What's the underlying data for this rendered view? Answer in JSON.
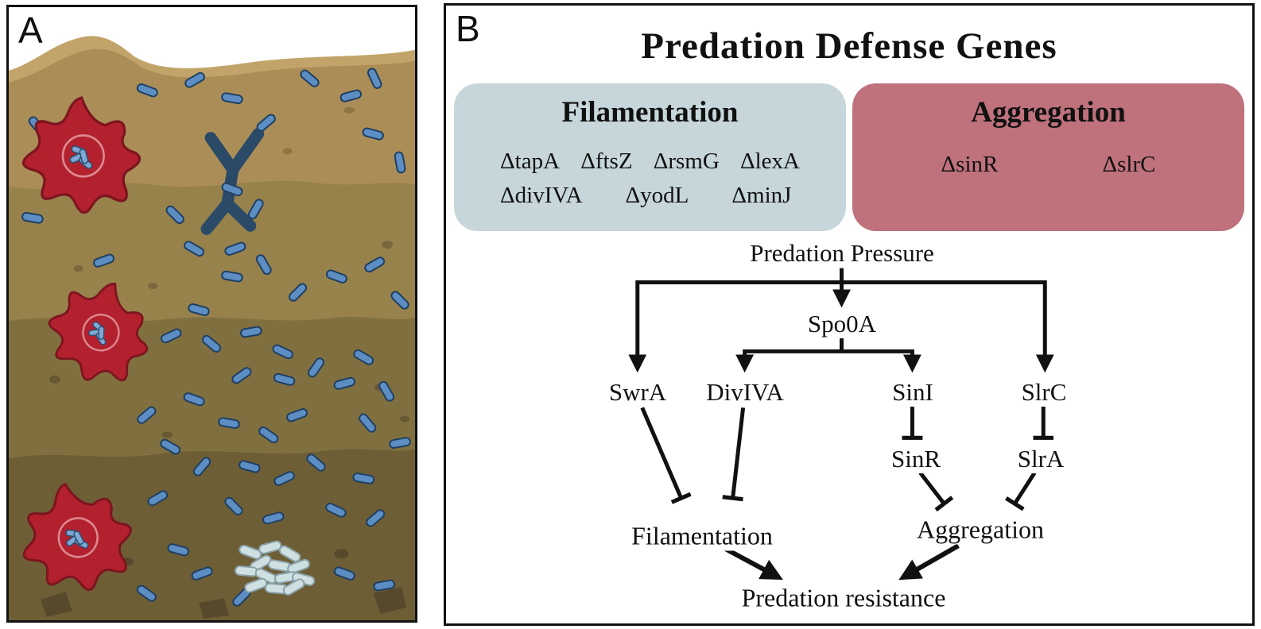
{
  "figure": {
    "panel_a": {
      "label": "A"
    },
    "panel_b": {
      "label": "B",
      "title": "Predation Defense Genes",
      "filamentation_box": {
        "title": "Filamentation",
        "genes_row1": [
          "ΔtapA",
          "ΔftsZ",
          "ΔrsmG",
          "ΔlexA"
        ],
        "genes_row2": [
          "ΔdivIVA",
          "ΔyodL",
          "ΔminJ"
        ]
      },
      "aggregation_box": {
        "title": "Aggregation",
        "genes": [
          "ΔsinR",
          "ΔslrC"
        ]
      },
      "pathway": {
        "predation_pressure": "Predation Pressure",
        "spo0a": "Spo0A",
        "swra": "SwrA",
        "diviva": "DivIVA",
        "sini": "SinI",
        "slrc": "SlrC",
        "sinr": "SinR",
        "slra": "SlrA",
        "filamentation": "Filamentation",
        "aggregation": "Aggregation",
        "predation_resistance": "Predation resistance"
      }
    },
    "colors": {
      "filamentation_box_bg": "#c6d6da",
      "aggregation_box_bg": "#bf717c",
      "bacteria_blue": "#5d8ec3",
      "bacteria_outline": "#1f3f63",
      "dormant_pale": "#cfe0e3",
      "dormant_outline": "#8aa2a8",
      "predator_red": "#b3212e",
      "filament_navy": "#2b4a68"
    }
  }
}
